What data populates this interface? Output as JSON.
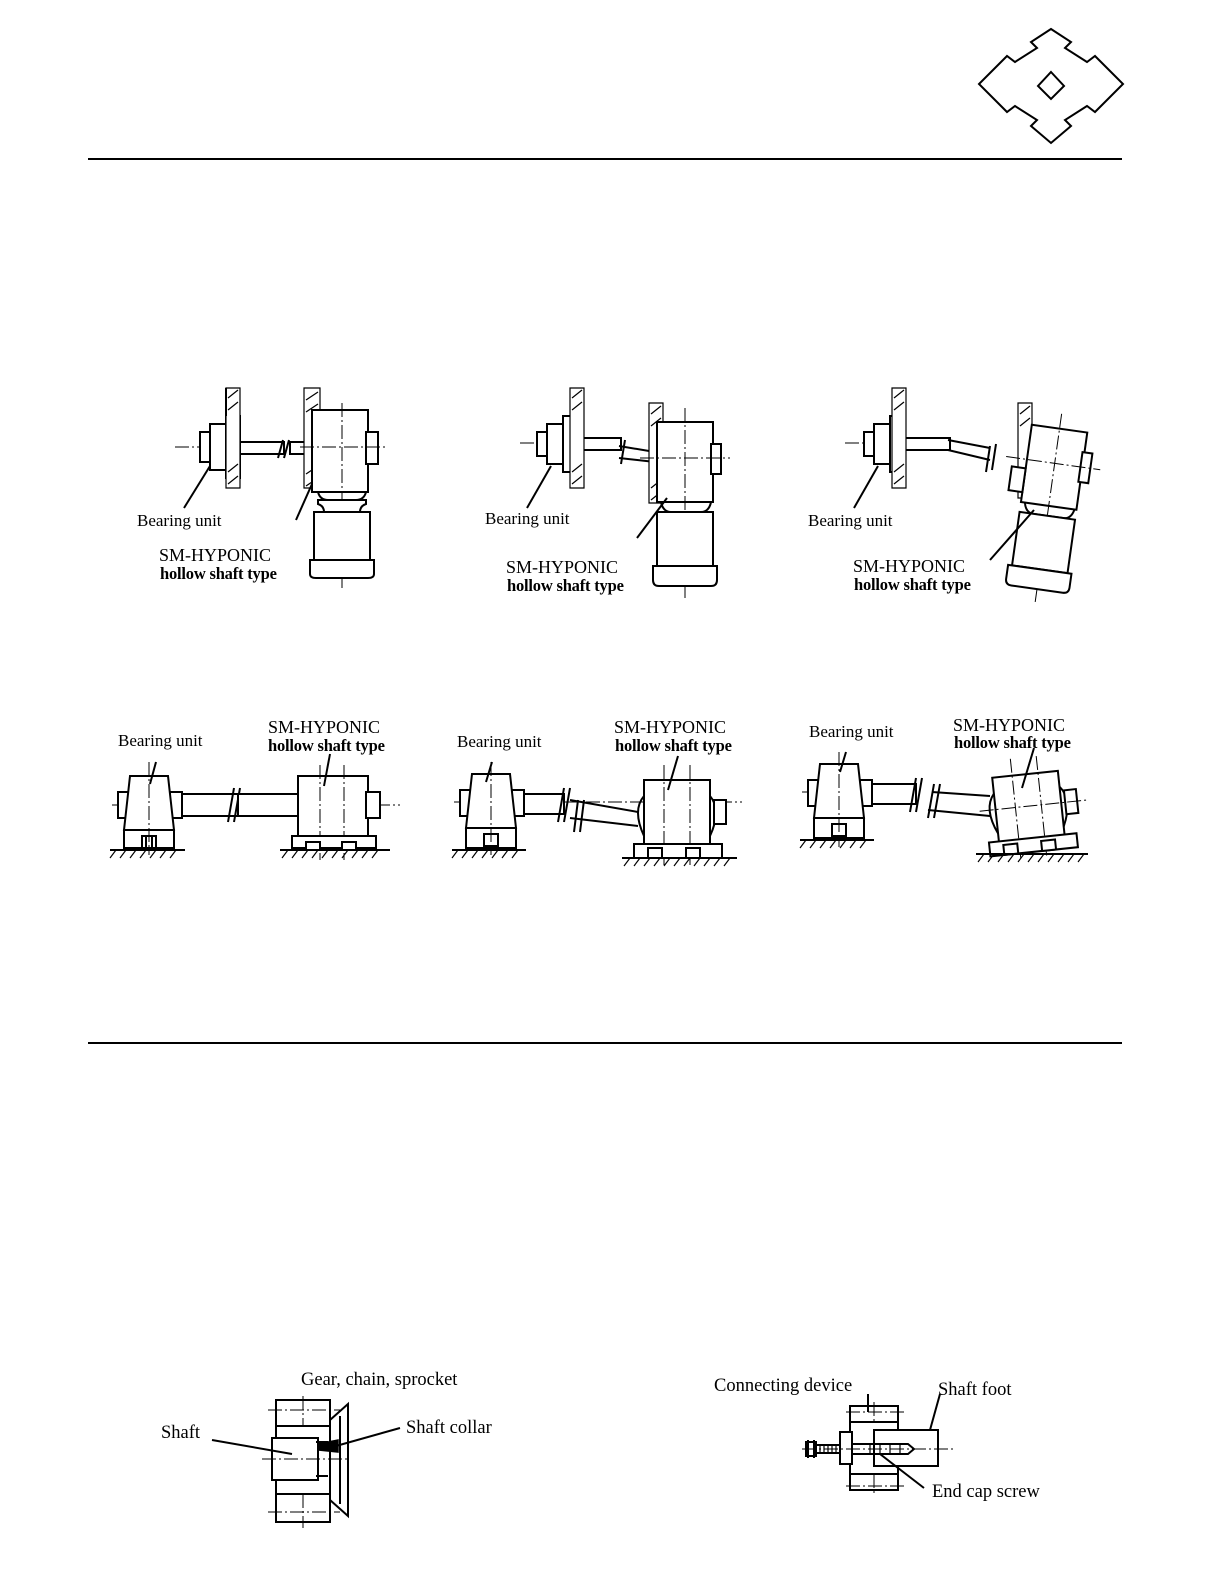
{
  "figures_vertical": [
    {
      "bearing_label": "Bearing unit",
      "reducer_label": "SM-HYPONIC",
      "reducer_sub": "hollow shaft type"
    },
    {
      "bearing_label": "Bearing unit",
      "reducer_label": "SM-HYPONIC",
      "reducer_sub": "hollow shaft type"
    },
    {
      "bearing_label": "Bearing unit",
      "reducer_label": "SM-HYPONIC",
      "reducer_sub": "hollow shaft type"
    }
  ],
  "figures_horizontal": [
    {
      "bearing_label": "Bearing unit",
      "reducer_label": "SM-HYPONIC",
      "reducer_sub": "hollow shaft type"
    },
    {
      "bearing_label": "Bearing unit",
      "reducer_label": "SM-HYPONIC",
      "reducer_sub": "hollow shaft type"
    },
    {
      "bearing_label": "Bearing unit",
      "reducer_label": "SM-HYPONIC",
      "reducer_sub": "hollow shaft type"
    }
  ],
  "fig_collar": {
    "gear_label": "Gear, chain, sprocket",
    "shaft_label": "Shaft",
    "collar_label": "Shaft collar"
  },
  "fig_endcap": {
    "device_label": "Connecting device",
    "foot_label": "Shaft foot",
    "screw_label": "End cap screw"
  }
}
